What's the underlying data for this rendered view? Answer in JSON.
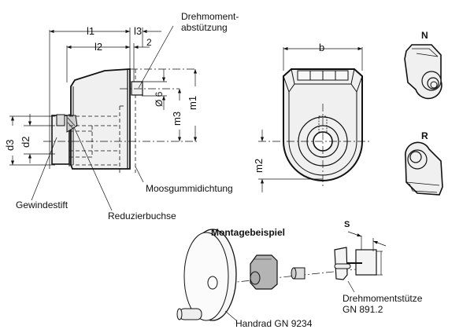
{
  "side_view": {
    "dimensions": {
      "l1": "l1",
      "l2": "l2",
      "l3": "l3",
      "offset_2": "2",
      "d2": "d2",
      "d3": "d3",
      "m1": "m1",
      "m3": "m3",
      "dia6": "Ø 6"
    },
    "labels": {
      "torque_support": "Drehmoment-\nabstützung",
      "torque_support_line1": "Drehmoment-",
      "torque_support_line2": "abstützung",
      "set_screw": "Gewindestift",
      "reducer_bushing": "Reduzierbuchse",
      "rubber_seal": "Moosgummidichtung"
    }
  },
  "front_view": {
    "dimensions": {
      "b": "b",
      "m2": "m2"
    }
  },
  "variants": [
    {
      "label": "N"
    },
    {
      "label": "R"
    }
  ],
  "mounting_example": {
    "title": "Montagebeispiel",
    "dimension_s": "S",
    "handwheel": "Handrad GN 9234",
    "torque_support_line1": "Drehmomentstütze",
    "torque_support_line2": "GN 891.2"
  },
  "colors": {
    "line": "#111111",
    "fill": "#f0f0f0",
    "shaded": "#b0b0b0"
  }
}
